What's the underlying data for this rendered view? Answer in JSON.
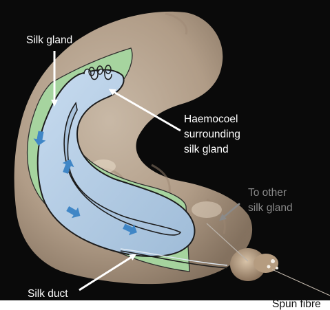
{
  "labels": {
    "silk_gland": "Silk gland",
    "haemocoel_line1": "Haemocoel",
    "haemocoel_line2": "surrounding",
    "haemocoel_line3": "silk gland",
    "to_other_line1": "To other",
    "to_other_line2": "silk gland",
    "silk_duct": "Silk duct",
    "spun_fibre": "Spun fibre"
  },
  "colors": {
    "background": "#0a0a0a",
    "larva_body": "#c8b6a2",
    "haemocoel": "#a6d6a0",
    "gland_fill": "#b5cce2",
    "gland_stroke": "#1c1c1c",
    "flow_arrow": "#3f86c6",
    "label_text": "#ffffff",
    "muted_text": "#8a8a8a",
    "bottom_strip": "#ffffff"
  },
  "icons": {
    "flow": "arrow-icon",
    "pointer": "arrow-pointer-icon"
  }
}
